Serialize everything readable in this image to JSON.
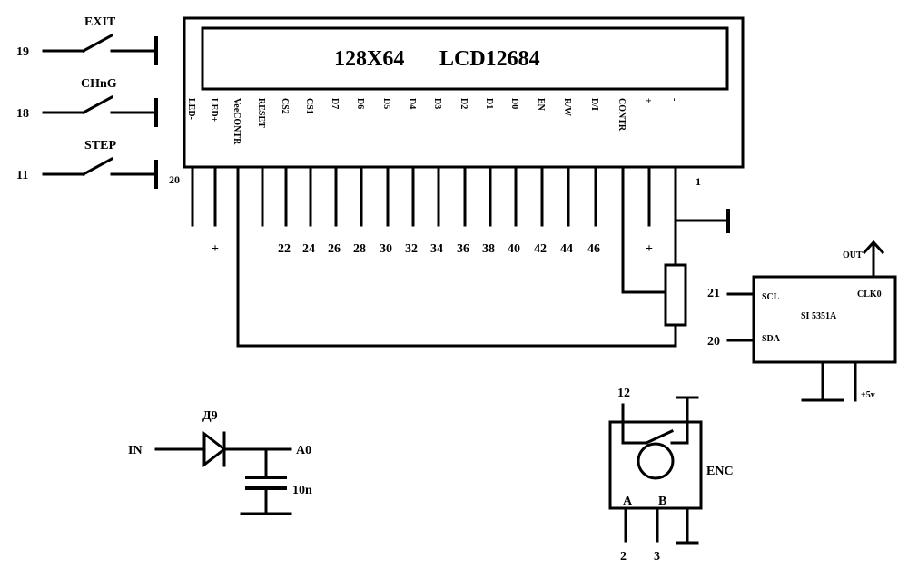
{
  "lcd": {
    "title_a": "128X64",
    "title_b": "LCD12684",
    "pin_left": "20",
    "pin_right": "1",
    "pins": [
      {
        "label": "LED-",
        "num": ""
      },
      {
        "label": "LED+",
        "num": "+"
      },
      {
        "label": "VeeCONTR",
        "num": ""
      },
      {
        "label": "RESET",
        "num": ""
      },
      {
        "label": "CS2",
        "num": "22"
      },
      {
        "label": "CS1",
        "num": "24"
      },
      {
        "label": "D7",
        "num": "26"
      },
      {
        "label": "D6",
        "num": "28"
      },
      {
        "label": "D5",
        "num": "30"
      },
      {
        "label": "D4",
        "num": "32"
      },
      {
        "label": "D3",
        "num": "34"
      },
      {
        "label": "D2",
        "num": "36"
      },
      {
        "label": "D1",
        "num": "38"
      },
      {
        "label": "D0",
        "num": "40"
      },
      {
        "label": "EN",
        "num": "42"
      },
      {
        "label": "R/W",
        "num": "44"
      },
      {
        "label": "D/I",
        "num": "46"
      },
      {
        "label": "CONTR",
        "num": ""
      },
      {
        "label": "+",
        "num": "+"
      },
      {
        "label": "-",
        "num": ""
      }
    ]
  },
  "buttons": [
    {
      "name": "EXIT",
      "pin": "19"
    },
    {
      "name": "CHnG",
      "pin": "18"
    },
    {
      "name": "STEP",
      "pin": "11"
    }
  ],
  "si5351": {
    "title": "SI 5351A",
    "scl": "SCL",
    "sda": "SDA",
    "clk": "CLK0",
    "out": "OUT",
    "pin_scl": "21",
    "pin_sda": "20",
    "vcc": "+5v"
  },
  "diode": {
    "in": "IN",
    "name": "Д9",
    "out": "A0",
    "cap": "10n"
  },
  "encoder": {
    "name": "ENC",
    "pin_top": "12",
    "a": "A",
    "b": "B",
    "pin_a": "2",
    "pin_b": "3"
  }
}
